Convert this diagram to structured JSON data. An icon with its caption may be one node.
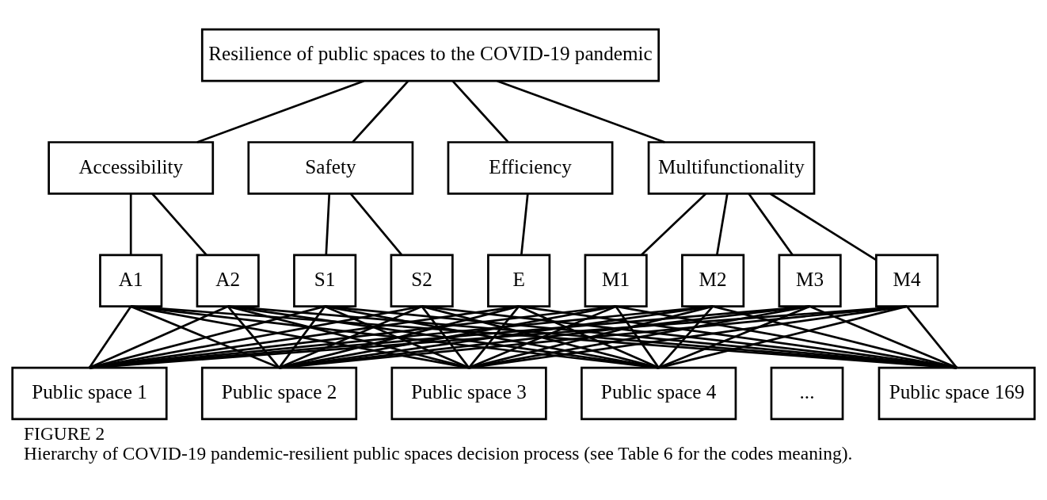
{
  "diagram": {
    "title": "FIGURE 2",
    "caption": "Hierarchy of COVID-19 pandemic-resilient public spaces decision process (see Table 6 for the codes meaning).",
    "nodes": [
      {
        "text": [
          "Resilience of public spaces to the COVID-19 pandemic"
        ]
      },
      {
        "text": [
          "Accessibility"
        ]
      },
      {
        "text": [
          "Safety"
        ]
      },
      {
        "text": [
          "Efficiency"
        ]
      },
      {
        "text": [
          "Multifunctionality"
        ]
      },
      {
        "text": [
          "A1"
        ]
      },
      {
        "text": [
          "A2"
        ]
      },
      {
        "text": [
          "S1"
        ]
      },
      {
        "text": [
          "S2"
        ]
      },
      {
        "text": [
          "E"
        ]
      },
      {
        "text": [
          "M1"
        ]
      },
      {
        "text": [
          "M2"
        ]
      },
      {
        "text": [
          "M3"
        ]
      },
      {
        "text": [
          "M4"
        ]
      },
      {
        "text": [
          "Public space 1"
        ]
      },
      {
        "text": [
          "Public space 2"
        ]
      },
      {
        "text": [
          "Public space 3"
        ]
      },
      {
        "text": [
          "Public space 4"
        ]
      },
      {
        "text": [
          "..."
        ]
      },
      {
        "text": [
          "Public space 169"
        ]
      }
    ],
    "edges": [
      {
        "from": 0,
        "to": 1,
        "arrow": "none"
      },
      {
        "from": 0,
        "to": 2,
        "arrow": "none"
      },
      {
        "from": 0,
        "to": 3,
        "arrow": "none"
      },
      {
        "from": 0,
        "to": 4,
        "arrow": "none"
      },
      {
        "from": 1,
        "to": 5,
        "arrow": "none"
      },
      {
        "from": 1,
        "to": 6,
        "arrow": "none"
      },
      {
        "from": 2,
        "to": 7,
        "arrow": "none"
      },
      {
        "from": 2,
        "to": 8,
        "arrow": "none"
      },
      {
        "from": 3,
        "to": 9,
        "arrow": "none"
      },
      {
        "from": 4,
        "to": 10,
        "arrow": "none"
      },
      {
        "from": 4,
        "to": 11,
        "arrow": "none"
      },
      {
        "from": 4,
        "to": 12,
        "arrow": "none"
      },
      {
        "from": 4,
        "to": 13,
        "arrow": "none"
      },
      {
        "from": 5,
        "to": 14,
        "arrow": "none"
      },
      {
        "from": 5,
        "to": 15,
        "arrow": "none"
      },
      {
        "from": 5,
        "to": 16,
        "arrow": "none"
      },
      {
        "from": 5,
        "to": 17,
        "arrow": "none"
      },
      {
        "from": 5,
        "to": 19,
        "arrow": "none"
      },
      {
        "from": 6,
        "to": 14,
        "arrow": "none"
      },
      {
        "from": 6,
        "to": 15,
        "arrow": "none"
      },
      {
        "from": 6,
        "to": 16,
        "arrow": "none"
      },
      {
        "from": 6,
        "to": 17,
        "arrow": "none"
      },
      {
        "from": 6,
        "to": 19,
        "arrow": "none"
      },
      {
        "from": 7,
        "to": 14,
        "arrow": "none"
      },
      {
        "from": 7,
        "to": 15,
        "arrow": "none"
      },
      {
        "from": 7,
        "to": 16,
        "arrow": "none"
      },
      {
        "from": 7,
        "to": 17,
        "arrow": "none"
      },
      {
        "from": 7,
        "to": 19,
        "arrow": "none"
      },
      {
        "from": 8,
        "to": 14,
        "arrow": "none"
      },
      {
        "from": 8,
        "to": 15,
        "arrow": "none"
      },
      {
        "from": 8,
        "to": 16,
        "arrow": "none"
      },
      {
        "from": 8,
        "to": 17,
        "arrow": "none"
      },
      {
        "from": 8,
        "to": 19,
        "arrow": "none"
      },
      {
        "from": 9,
        "to": 14,
        "arrow": "none"
      },
      {
        "from": 9,
        "to": 15,
        "arrow": "none"
      },
      {
        "from": 9,
        "to": 16,
        "arrow": "none"
      },
      {
        "from": 9,
        "to": 17,
        "arrow": "none"
      },
      {
        "from": 9,
        "to": 19,
        "arrow": "none"
      },
      {
        "from": 10,
        "to": 14,
        "arrow": "none"
      },
      {
        "from": 10,
        "to": 15,
        "arrow": "none"
      },
      {
        "from": 10,
        "to": 16,
        "arrow": "none"
      },
      {
        "from": 10,
        "to": 17,
        "arrow": "none"
      },
      {
        "from": 10,
        "to": 19,
        "arrow": "none"
      },
      {
        "from": 11,
        "to": 14,
        "arrow": "none"
      },
      {
        "from": 11,
        "to": 15,
        "arrow": "none"
      },
      {
        "from": 11,
        "to": 16,
        "arrow": "none"
      },
      {
        "from": 11,
        "to": 17,
        "arrow": "none"
      },
      {
        "from": 11,
        "to": 19,
        "arrow": "none"
      },
      {
        "from": 12,
        "to": 14,
        "arrow": "none"
      },
      {
        "from": 12,
        "to": 15,
        "arrow": "none"
      },
      {
        "from": 12,
        "to": 16,
        "arrow": "none"
      },
      {
        "from": 12,
        "to": 17,
        "arrow": "none"
      },
      {
        "from": 12,
        "to": 19,
        "arrow": "none"
      },
      {
        "from": 13,
        "to": 14,
        "arrow": "none"
      },
      {
        "from": 13,
        "to": 15,
        "arrow": "none"
      },
      {
        "from": 13,
        "to": 16,
        "arrow": "none"
      },
      {
        "from": 13,
        "to": 17,
        "arrow": "none"
      },
      {
        "from": 13,
        "to": 19,
        "arrow": "none"
      }
    ]
  }
}
